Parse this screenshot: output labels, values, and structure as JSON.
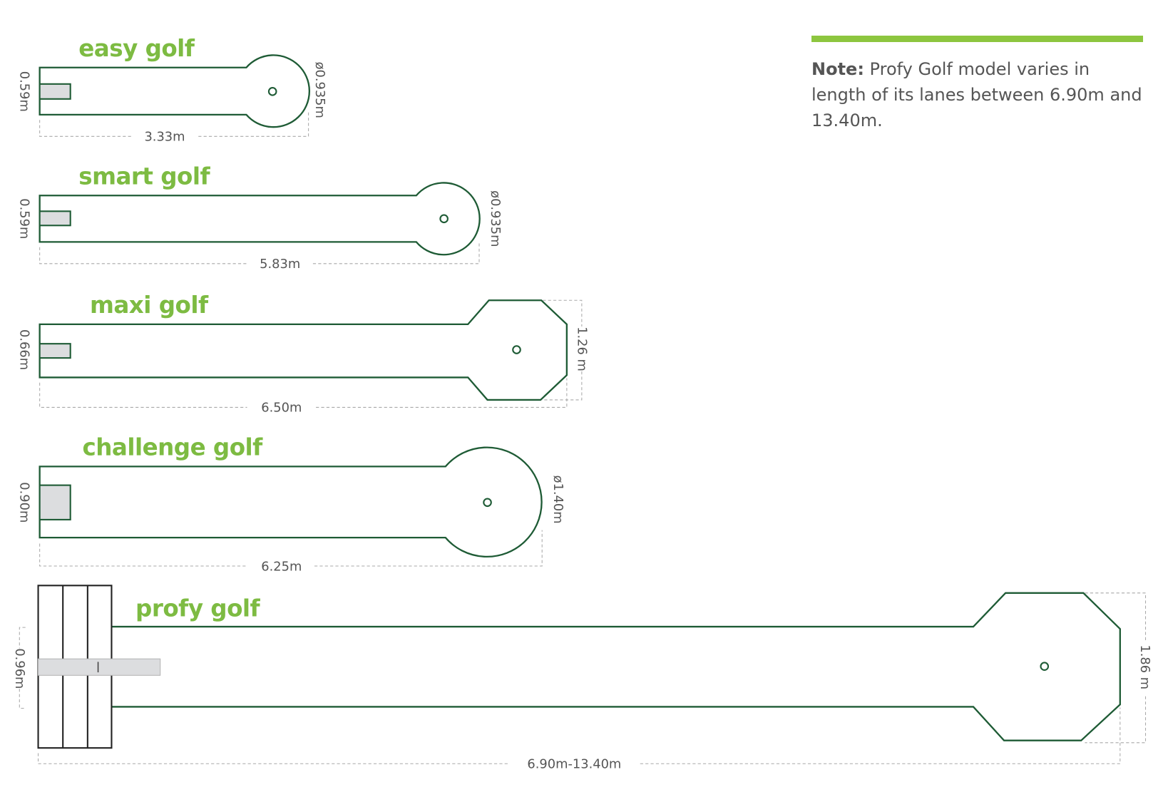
{
  "note": {
    "label": "Note:",
    "text": " Profy Golf model varies in length of its lanes between 6.90m and 13.40m.",
    "bar_color": "#8dc63f"
  },
  "colors": {
    "title": "#7dbb42",
    "lane_stroke": "#1e5b35",
    "dimension_text": "#555555",
    "tee_fill": "#dcdddf"
  },
  "lanes": [
    {
      "title": "easy golf",
      "width": "0.59m",
      "length": "3.33m",
      "end_shape": "circle",
      "end_size": "ø0.935m"
    },
    {
      "title": "smart golf",
      "width": "0.59m",
      "length": "5.83m",
      "end_shape": "circle",
      "end_size": "ø0.935m"
    },
    {
      "title": "maxi golf",
      "width": "0.66m",
      "length": "6.50m",
      "end_shape": "octagon",
      "end_size": "1.26 m"
    },
    {
      "title": "challenge golf",
      "width": "0.90m",
      "length": "6.25m",
      "end_shape": "circle",
      "end_size": "ø1.40m"
    },
    {
      "title": "profy golf",
      "width": "0.96m",
      "length": "6.90m-13.40m",
      "end_shape": "octagon",
      "end_size": "1.86 m"
    }
  ]
}
